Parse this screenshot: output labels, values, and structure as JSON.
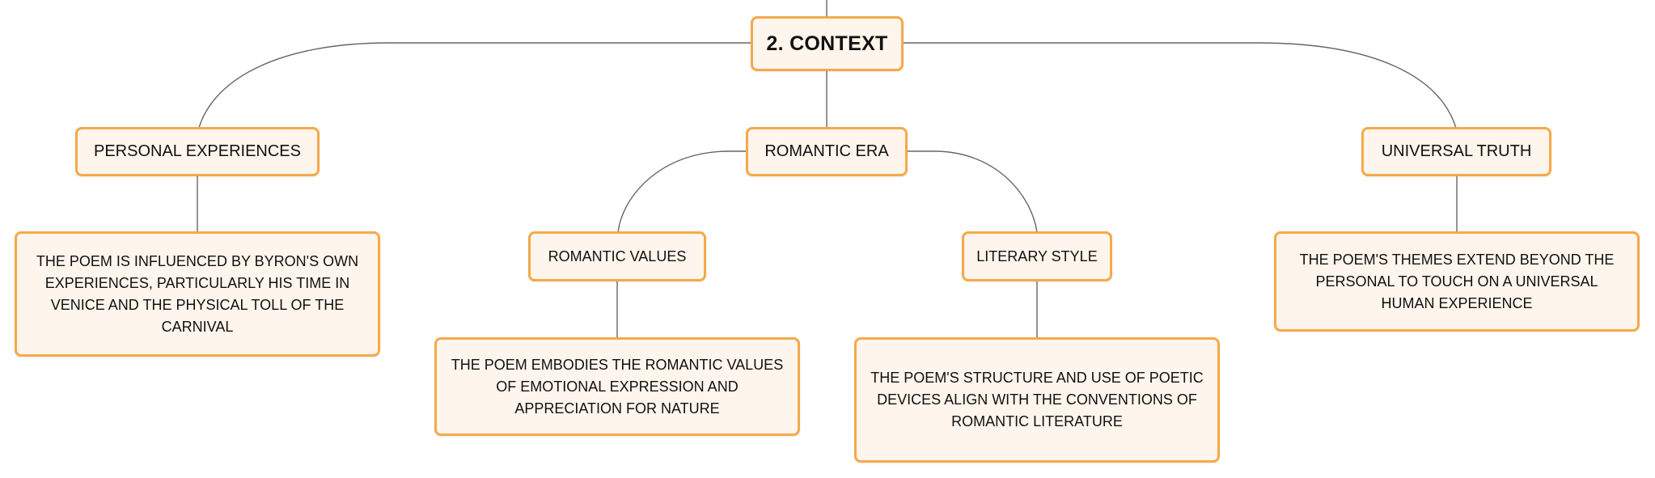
{
  "diagram": {
    "root": {
      "label": "2. CONTEXT"
    },
    "branches": {
      "personal": {
        "label": "PERSONAL EXPERIENCES",
        "description": "THE POEM IS INFLUENCED BY BYRON'S OWN EXPERIENCES, PARTICULARLY HIS TIME IN VENICE AND THE PHYSICAL TOLL OF THE CARNIVAL"
      },
      "romantic": {
        "label": "ROMANTIC ERA",
        "children": {
          "values": {
            "label": "ROMANTIC VALUES",
            "description": "THE POEM EMBODIES THE ROMANTIC VALUES OF EMOTIONAL EXPRESSION AND APPRECIATION FOR NATURE"
          },
          "style": {
            "label": "LITERARY STYLE",
            "description": "THE POEM'S STRUCTURE AND USE OF POETIC DEVICES ALIGN WITH THE CONVENTIONS OF ROMANTIC LITERATURE"
          }
        }
      },
      "universal": {
        "label": "UNIVERSAL TRUTH",
        "description": "THE POEM'S THEMES EXTEND BEYOND THE PERSONAL TO TOUCH ON A UNIVERSAL HUMAN EXPERIENCE"
      }
    }
  },
  "colors": {
    "node_border": "#f5a94a",
    "node_fill": "#fef5ec",
    "connector": "#666666",
    "text": "#111111"
  }
}
